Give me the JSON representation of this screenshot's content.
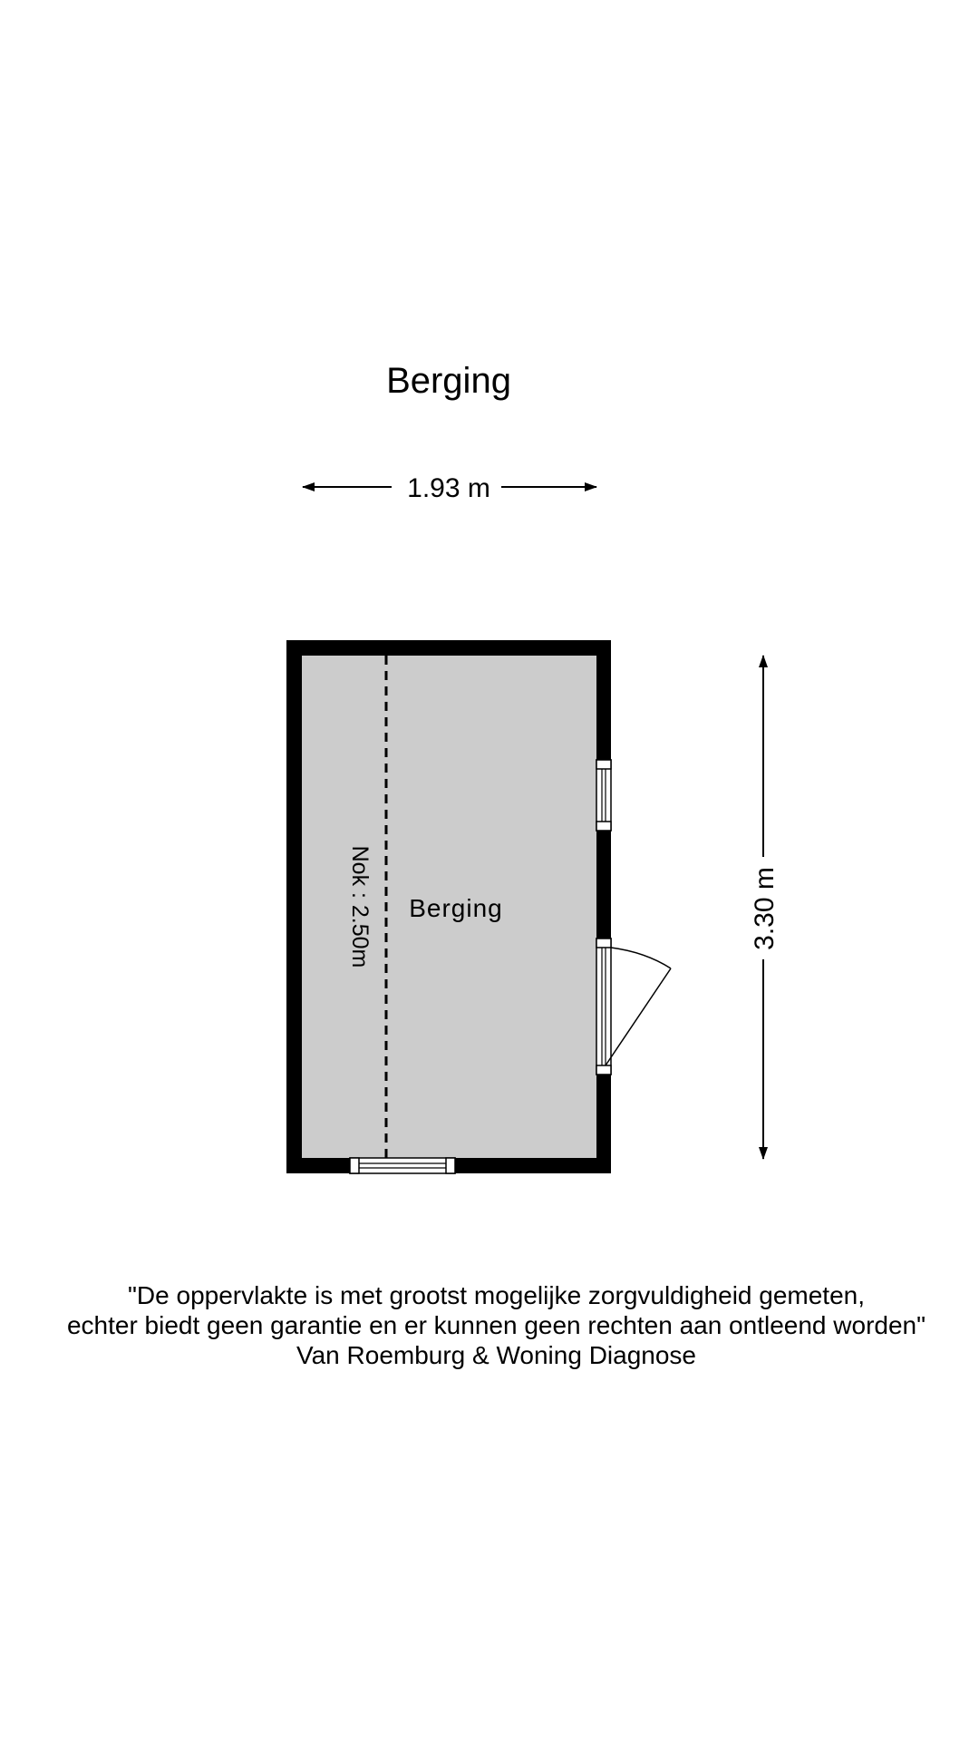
{
  "title": "Berging",
  "dimensions": {
    "width": "1.93 m",
    "height": "3.30 m"
  },
  "room": {
    "name": "Berging",
    "ridge_label": "Nok : 2.50m",
    "fill_color": "#cccccc",
    "wall_color": "#000000"
  },
  "disclaimer": {
    "line1": "\"De oppervlakte is met grootst mogelijke zorgvuldigheid gemeten,",
    "line2": "echter biedt geen garantie en er kunnen geen rechten aan ontleend worden\"",
    "line3": "Van Roemburg & Woning Diagnose"
  }
}
